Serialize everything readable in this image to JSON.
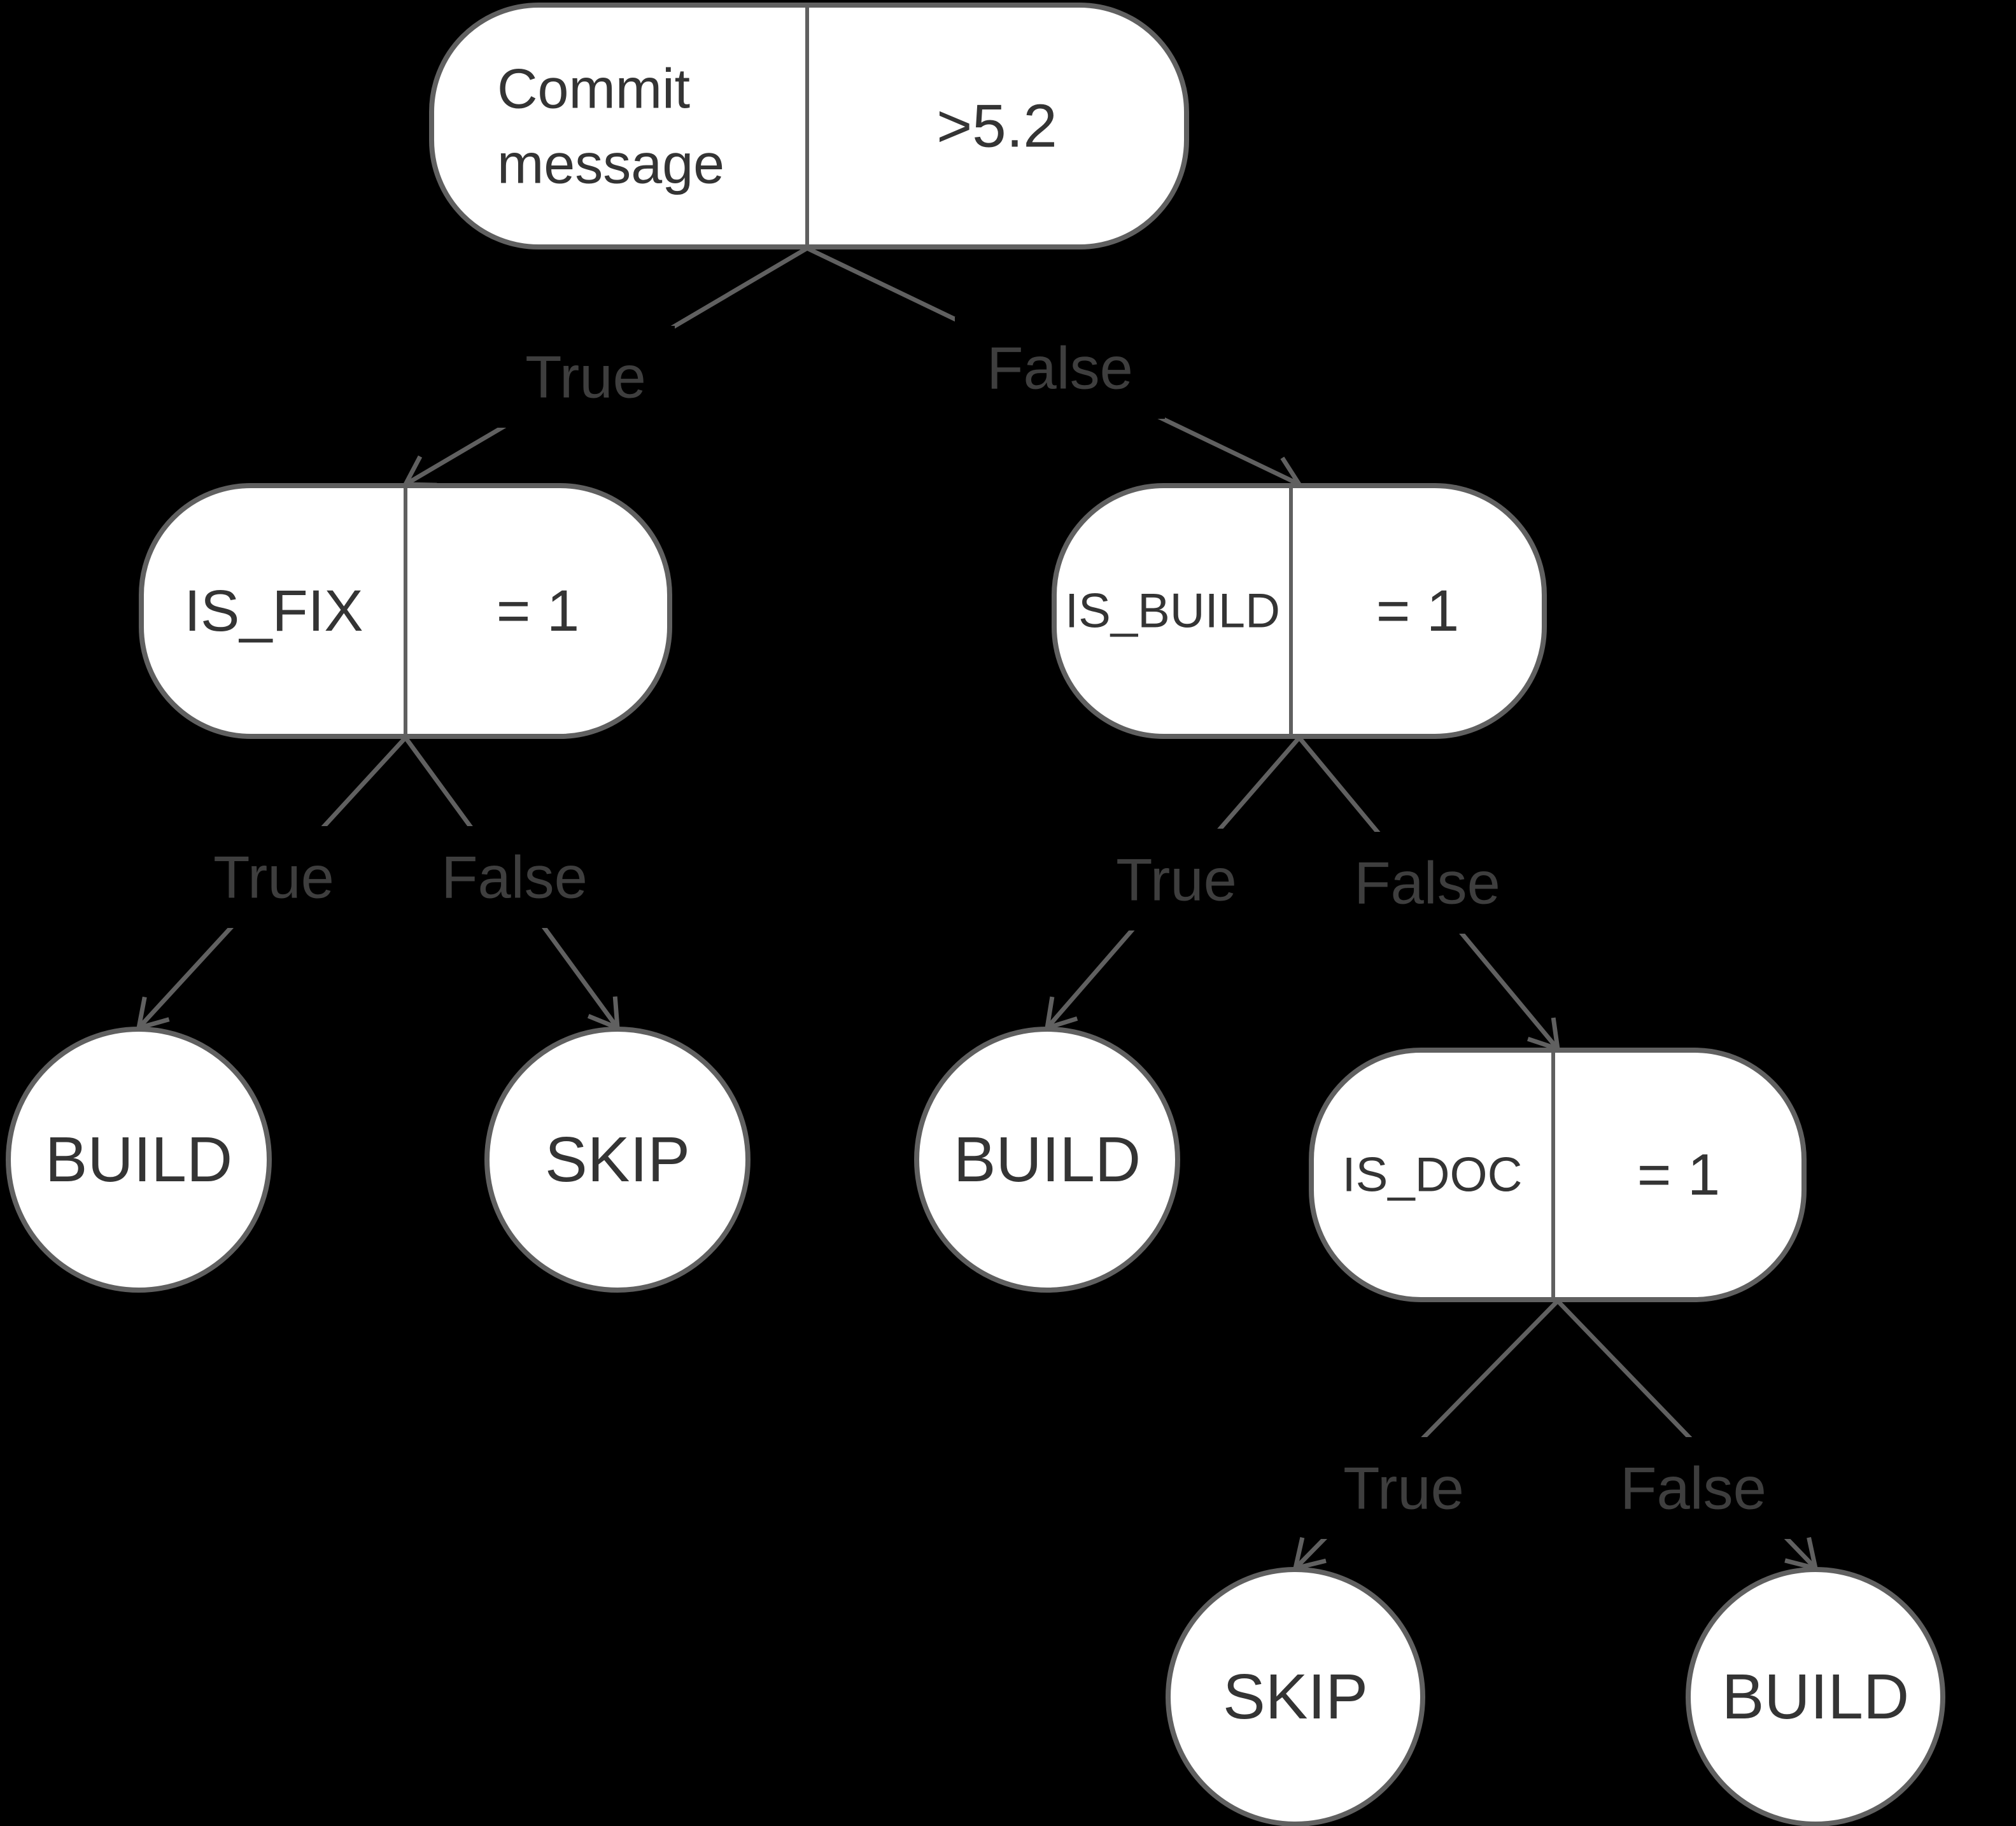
{
  "diagram": {
    "type": "decision-tree",
    "colors": {
      "background": "#000000",
      "node_fill": "#ffffff",
      "node_stroke": "#606060",
      "node_text": "#343434",
      "edge": "#606060",
      "edge_label": "#3e3e3e"
    },
    "decision_nodes": [
      {
        "id": "root",
        "variable": "Commit message",
        "variable_line1": "Commit",
        "variable_line2": "message",
        "condition": ">5.2"
      },
      {
        "id": "is_fix",
        "variable": "IS_FIX",
        "condition": "= 1"
      },
      {
        "id": "is_build",
        "variable": "IS_BUILD",
        "condition": "= 1"
      },
      {
        "id": "is_doc",
        "variable": "IS_DOC",
        "condition": "= 1"
      }
    ],
    "leaf_nodes": [
      {
        "id": "build_1",
        "label": "BUILD"
      },
      {
        "id": "skip_1",
        "label": "SKIP"
      },
      {
        "id": "build_2",
        "label": "BUILD"
      },
      {
        "id": "skip_2",
        "label": "SKIP"
      },
      {
        "id": "build_3",
        "label": "BUILD"
      }
    ],
    "edges": [
      {
        "from": "root",
        "to": "is_fix",
        "label": "True"
      },
      {
        "from": "root",
        "to": "is_build",
        "label": "False"
      },
      {
        "from": "is_fix",
        "to": "build_1",
        "label": "True"
      },
      {
        "from": "is_fix",
        "to": "skip_1",
        "label": "False"
      },
      {
        "from": "is_build",
        "to": "build_2",
        "label": "True"
      },
      {
        "from": "is_build",
        "to": "is_doc",
        "label": "False"
      },
      {
        "from": "is_doc",
        "to": "skip_2",
        "label": "True"
      },
      {
        "from": "is_doc",
        "to": "build_3",
        "label": "False"
      }
    ]
  }
}
